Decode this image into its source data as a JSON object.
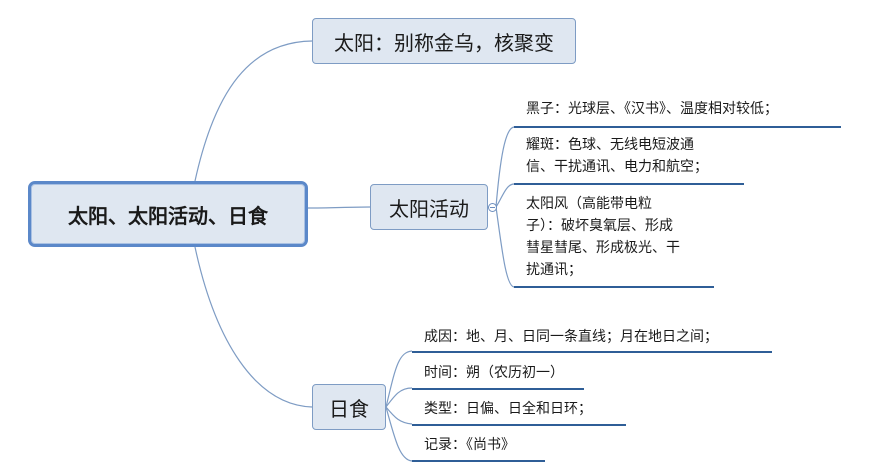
{
  "root": {
    "label": "太阳、太阳活动、日食"
  },
  "branches": {
    "sun": {
      "label": "太阳：别称金乌，核聚变"
    },
    "activity": {
      "label": "太阳活动",
      "leaves": [
        {
          "lines": [
            "黑子：光球层、《汉书》、温度相对较低；"
          ]
        },
        {
          "lines": [
            "耀斑：色球、无线电短波通",
            "信、干扰通讯、电力和航空；"
          ]
        },
        {
          "lines": [
            "太阳风（高能带电粒",
            "子）：破坏臭氧层、形成",
            "彗星彗尾、形成极光、干",
            "扰通讯；"
          ]
        }
      ]
    },
    "eclipse": {
      "label": "日食",
      "leaves": [
        {
          "lines": [
            "成因：地、月、日同一条直线；月在地日之间；"
          ]
        },
        {
          "lines": [
            "时间：朔（农历初一）"
          ]
        },
        {
          "lines": [
            "类型：日偏、日全和日环；"
          ]
        },
        {
          "lines": [
            "记录：《尚书》"
          ]
        }
      ]
    }
  },
  "colors": {
    "node_fill": "#dfe7f1",
    "node_border": "#7e9cc4",
    "root_border": "#5b88c9",
    "connector": "#7e9cc4",
    "underline": "#2f5e97"
  }
}
